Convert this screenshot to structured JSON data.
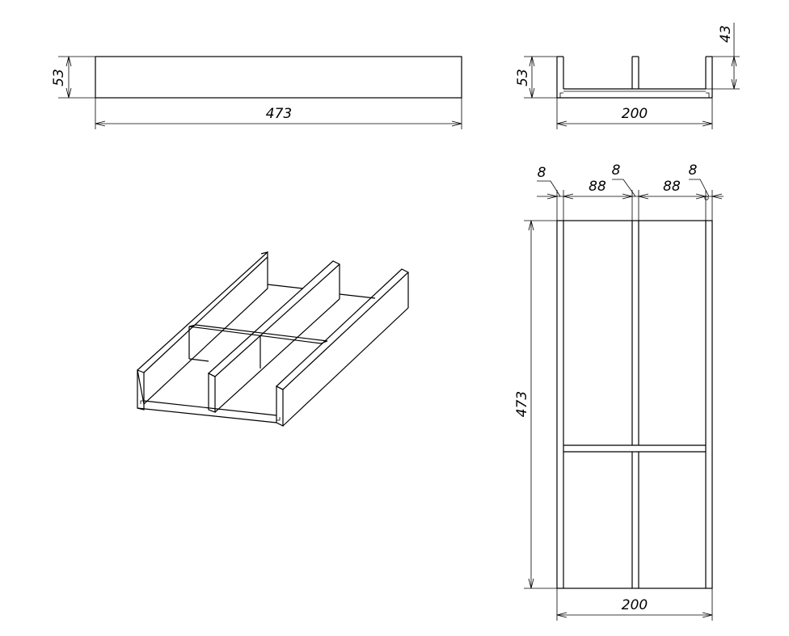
{
  "front_view": {
    "length_label": "473",
    "height_label": "53"
  },
  "side_view": {
    "width_label": "200",
    "height_label": "53",
    "inner_height_label": "43"
  },
  "plan_view": {
    "thickness_label_left": "8",
    "thickness_label_mid": "8",
    "thickness_label_right": "8",
    "compartment_label_left": "88",
    "compartment_label_right": "88",
    "length_label": "473",
    "width_label": "200"
  }
}
